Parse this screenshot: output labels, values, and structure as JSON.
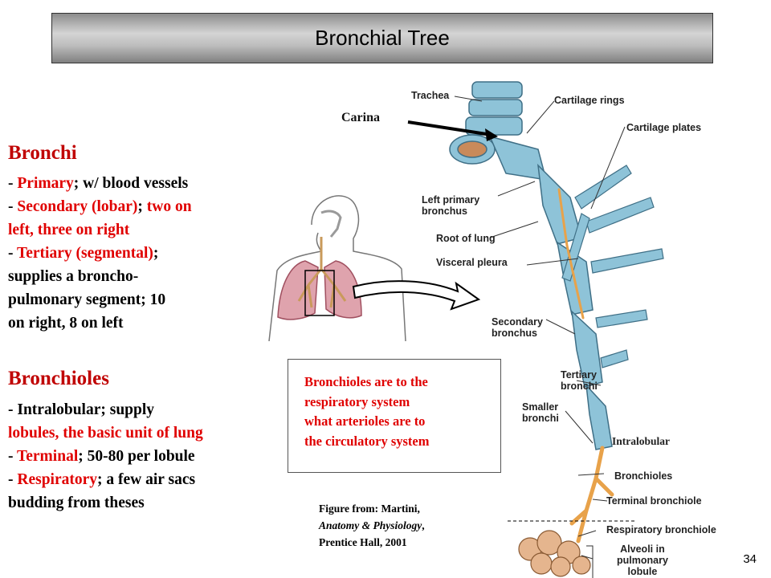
{
  "slide": {
    "title": "Bronchial Tree",
    "page_number": "34"
  },
  "bronchi": {
    "heading": "Bronchi",
    "primary": {
      "dash": " - ",
      "term": "Primary",
      "rest": "; w/ blood   vessels"
    },
    "secondary": {
      "dash": " - ",
      "term": "Secondary (lobar)",
      "rest1": "; ",
      "red2": "two on",
      "line2": "left, three on right"
    },
    "tertiary": {
      "dash": " - ",
      "term": "Tertiary (segmental)",
      "rest": ";",
      "line2": "supplies a broncho-",
      "line3": "pulmonary segment; 10",
      "line4": "on right, 8 on left"
    }
  },
  "bronchioles": {
    "heading": "Bronchioles",
    "intralobular": {
      "line1": " - Intralobular; supply",
      "line2": "lobules, the basic unit of lung"
    },
    "terminal": {
      "dash": " - ",
      "term": "Terminal",
      "rest": "; 50-80 per lobule"
    },
    "respiratory": {
      "dash": " - ",
      "term": "Respiratory",
      "rest": "; a few air sacs",
      "line2": "budding from theses"
    }
  },
  "callout": {
    "line1": "Bronchioles are to the",
    "line2": "respiratory system",
    "line3": "what arterioles are to",
    "line4": "the circulatory system"
  },
  "credit": {
    "line1": "Figure from: Martini,",
    "line2_italic": "Anatomy & Physiology",
    "line2_rest": ",",
    "line3": "Prentice Hall, 2001"
  },
  "figure_labels": {
    "carina": "Carina",
    "trachea": "Trachea",
    "cartilage_rings": "Cartilage rings",
    "cartilage_plates": "Cartilage plates",
    "left_primary": [
      "Left primary",
      "bronchus"
    ],
    "root_of_lung": "Root of lung",
    "visceral_pleura": "Visceral pleura",
    "secondary_bronchus": [
      "Secondary",
      "bronchus"
    ],
    "tertiary_bronchi": [
      "Tertiary",
      "bronchi"
    ],
    "smaller_bronchi": [
      "Smaller",
      "bronchi"
    ],
    "intralobular": "Intralobular",
    "bronchioles": "Bronchioles",
    "terminal_bronchiole": "Terminal bronchiole",
    "respiratory_bronchiole": "Respiratory bronchiole",
    "alveoli": [
      "Alveoli in",
      "pulmonary",
      "lobule"
    ]
  },
  "colors": {
    "heading_red": "#c00000",
    "term_red": "#e00000",
    "cartilage_blue": "#8ec3d8",
    "airway_orange": "#e8a24a"
  }
}
